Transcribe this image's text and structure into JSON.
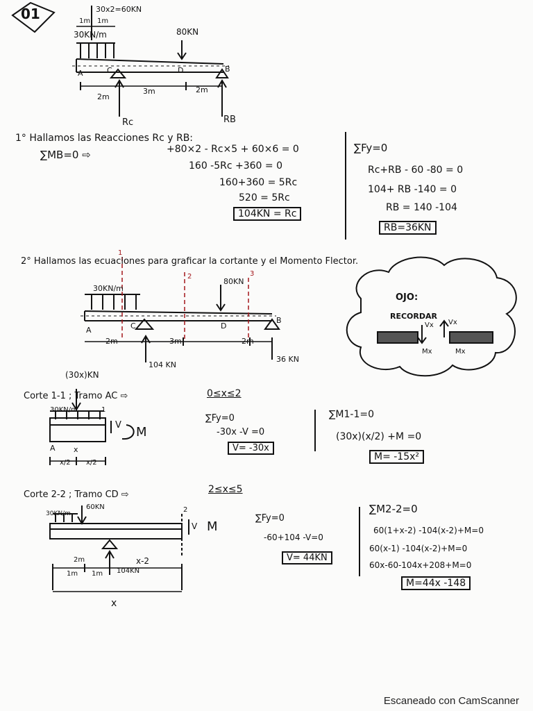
{
  "page": {
    "number": "01",
    "footer": "Escaneado con CamScanner"
  },
  "diagram1": {
    "point_load_top": "30x2=60KN",
    "dim_1m_a": "1m",
    "dim_1m_b": "1m",
    "dist_load": "30KN/m",
    "load_80": "80KN",
    "A": "A",
    "C": "C",
    "D": "D",
    "B": "B",
    "span_2m": "2m",
    "span_3m": "3m",
    "span_2m_b": "2m",
    "Rc": "Rc",
    "RB": "RB"
  },
  "step1": {
    "title": "1° Hallamos las Reacciones Rc y RB:",
    "moment_eq_label": "∑MB=0 ⇨",
    "eq1": "+80×2 - Rc×5 + 60×6 = 0",
    "eq2": "160 -5Rc +360 = 0",
    "eq3": "160+360 = 5Rc",
    "eq4": "520 = 5Rc",
    "result_rc": "104KN = Rc",
    "fy_label": "∑Fy=0",
    "fy1": "Rc+RB - 60 -80 = 0",
    "fy2": "104+ RB -140 = 0",
    "fy3": "RB = 140 -104",
    "result_rb": "RB=36KN"
  },
  "step2": {
    "title": "2° Hallamos las ecuaciones para graficar la cortante y el Momento Flector.",
    "dist_load": "30KN/m",
    "load_80": "80KN",
    "cut1": "1",
    "cut2": "2",
    "cut3": "3",
    "A": "A",
    "C": "C",
    "D": "D",
    "B": "B",
    "span_2m": "2m",
    "span_3m": "3m",
    "span_2m_b": "2m",
    "rc_val": "104 KN",
    "rb_val": "36 KN",
    "cloud_title": "OJO:",
    "cloud_sub": "RECORDAR",
    "v_left": "Vx",
    "v_right": "Vx",
    "m_left": "Mx",
    "m_right": "Mx"
  },
  "cut11": {
    "load_label": "(30x)KN",
    "title": "Corte 1-1 ; Tramo AC ⇨",
    "range": "0≤x≤2",
    "dist_load": "30KN/m",
    "cut_n": "1",
    "v": "V",
    "m": "M",
    "A": "A",
    "x": "x",
    "x2a": "x/2",
    "x2b": "x/2",
    "fy_label": "∑Fy=0",
    "fy_eq": "-30x -V =0",
    "v_result": "V= -30x",
    "m_label": "∑M1-1=0",
    "m_eq": "(30x)(x/2) +M =0",
    "m_result": "M= -15x²"
  },
  "cut22": {
    "title": "Corte 2-2 ; Tramo CD ⇨",
    "range": "2≤x≤5",
    "dist_load": "30KN/m",
    "load_60": "60KN",
    "cut_n": "2",
    "v": "V",
    "m": "M",
    "d2m": "2m",
    "d1m_a": "1m",
    "d1m_b": "1m",
    "x_minus_2": "x-2",
    "r104": "104KN",
    "x": "x",
    "fy_label": "∑Fy=0",
    "fy_eq": "-60+104 -V=0",
    "v_result": "V= 44KN",
    "m_label": "∑M2-2=0",
    "m1": "60(1+x-2) -104(x-2)+M=0",
    "m2": "60(x-1) -104(x-2)+M=0",
    "m3": "60x-60-104x+208+M=0",
    "m_result": "M=44x -148"
  }
}
